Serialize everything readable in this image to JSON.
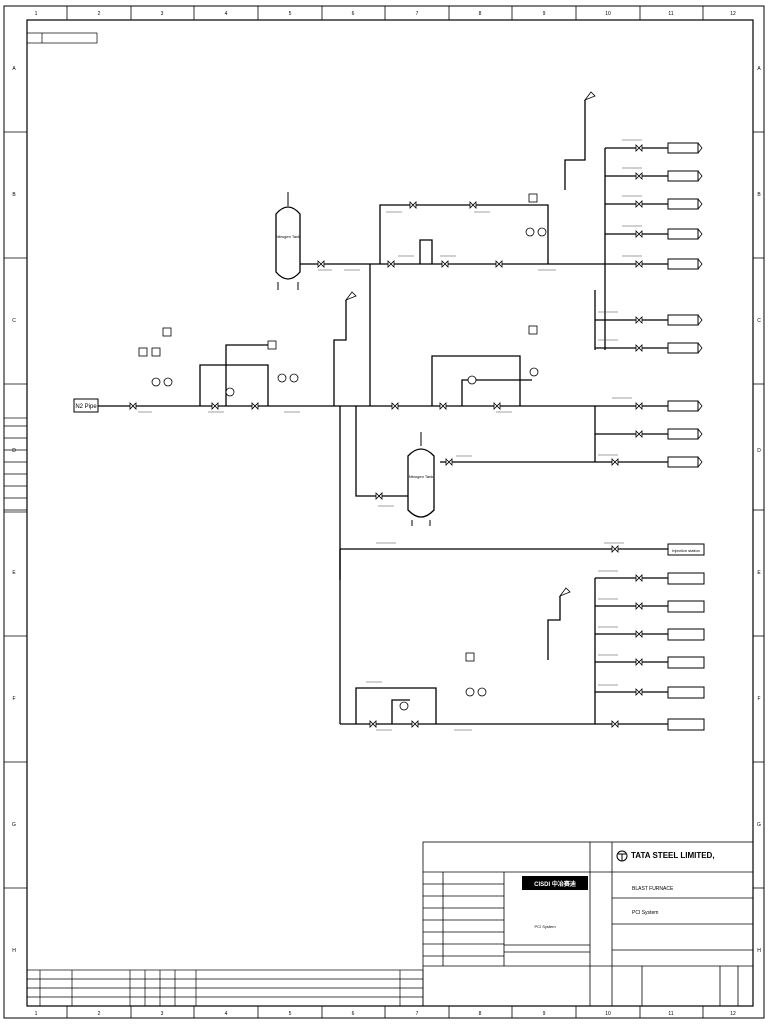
{
  "grid": {
    "columns": [
      "1",
      "2",
      "3",
      "4",
      "5",
      "6",
      "7",
      "8",
      "9",
      "10",
      "11",
      "12"
    ],
    "rows": [
      "A",
      "B",
      "C",
      "D",
      "E",
      "F",
      "G",
      "H"
    ]
  },
  "inlet": {
    "label": "N2 Pipe"
  },
  "vessels": [
    {
      "name": "Nitrogen Tank"
    },
    {
      "name": "Nitrogen Tank"
    }
  ],
  "consumers": {
    "special_label": "Injection station"
  },
  "title_block": {
    "company": "TATA STEEL LIMITED,",
    "cisdi_logo": "CISDI 中冶赛迪",
    "project": "BLAST FURNACE",
    "system": "PCI System",
    "drawing_title_line": "PCI System"
  }
}
